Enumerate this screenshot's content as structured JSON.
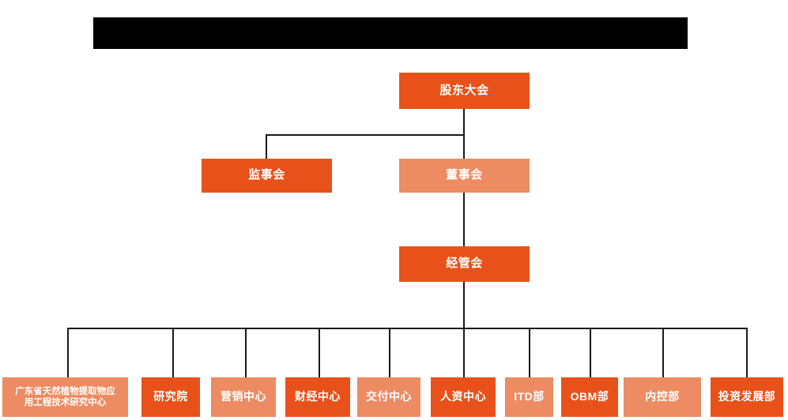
{
  "chart": {
    "title_bar": {
      "name": "redacted-title-bar",
      "text": "",
      "color": "#000000"
    },
    "colors": {
      "deep_orange": "#E8521A",
      "light_orange": "#ED8B63",
      "connector": "#1a1a1a",
      "background": "#FFFFFF",
      "text": "#FFFFFF"
    },
    "levels": {
      "level1": [
        {
          "id": "shareholders-meeting",
          "label": "股东大会",
          "tone": "deep"
        }
      ],
      "level2": [
        {
          "id": "board-of-supervisors",
          "label": "监事会",
          "tone": "deep"
        },
        {
          "id": "board-of-directors",
          "label": "董事会",
          "tone": "light"
        }
      ],
      "level3": [
        {
          "id": "management-committee",
          "label": "经管会",
          "tone": "deep"
        }
      ],
      "departments": [
        {
          "id": "guangdong-research-center",
          "label": "广东省天然植物提取物应用工程技术研究中心",
          "line1": "广东省天然植物提取物应",
          "line2": "用工程技术研究中心",
          "tone": "light"
        },
        {
          "id": "research-institute",
          "label": "研究院",
          "tone": "deep"
        },
        {
          "id": "marketing-center",
          "label": "营销中心",
          "tone": "light"
        },
        {
          "id": "finance-center",
          "label": "财经中心",
          "tone": "deep"
        },
        {
          "id": "delivery-center",
          "label": "交付中心",
          "tone": "light"
        },
        {
          "id": "human-resources-center",
          "label": "人资中心",
          "tone": "deep"
        },
        {
          "id": "itd-department",
          "label": "ITD部",
          "tone": "light"
        },
        {
          "id": "obm-department",
          "label": "OBM部",
          "tone": "deep"
        },
        {
          "id": "internal-control-department",
          "label": "内控部",
          "tone": "light"
        },
        {
          "id": "investment-development-department",
          "label": "投资发展部",
          "tone": "deep"
        }
      ]
    }
  }
}
